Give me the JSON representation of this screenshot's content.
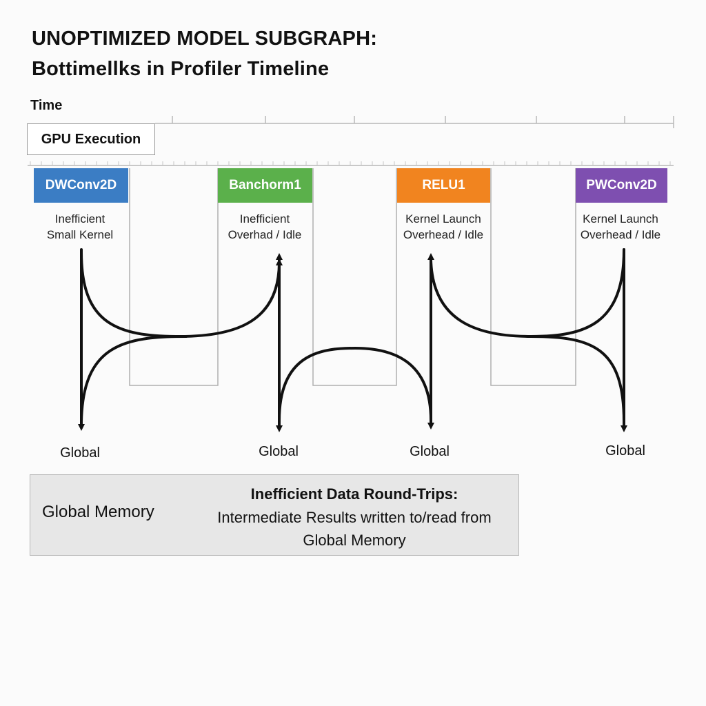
{
  "title": {
    "line1": "UNOPTIMIZED MODEL SUBGRAPH:",
    "line2": "Bottimellks in Profiler Timeline"
  },
  "timeline": {
    "axis_label": "Time",
    "lane_label": "GPU Execution"
  },
  "kernels": [
    {
      "label": "DWConv2D",
      "color": "#3b7dc4",
      "note_line1": "Inefficient",
      "note_line2": "Small Kernel"
    },
    {
      "label": "Banchorm1",
      "color": "#5bb04b",
      "note_line1": "Inefficient",
      "note_line2": "Overhad / Idle"
    },
    {
      "label": "RELU1",
      "color": "#f1841f",
      "note_line1": "Kernel Launch",
      "note_line2": "Overhead / Idle"
    },
    {
      "label": "PWConv2D",
      "color": "#7e4fb0",
      "note_line1": "Kernel Launch",
      "note_line2": "Overhead / Idle"
    }
  ],
  "memory_targets": [
    "Global",
    "Global",
    "Global",
    "Global"
  ],
  "memory_panel": {
    "label": "Global Memory",
    "heading": "Inefficient Data Round-Trips:",
    "body_line1": "Intermediate Results written to/read from",
    "body_line2": "Global Memory"
  }
}
